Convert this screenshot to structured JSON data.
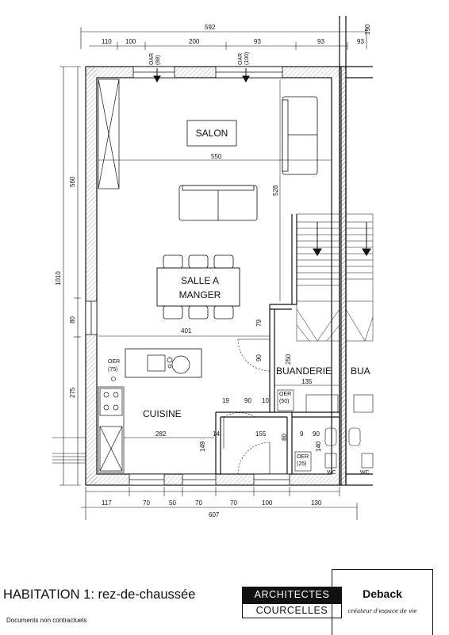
{
  "rooms": {
    "salon": "SALON",
    "salle_line1": "SALLE A",
    "salle_line2": "MANGER",
    "cuisine": "CUISINE",
    "buanderie": "BUANDERIE",
    "buanderie_next": "BUA"
  },
  "dims": {
    "top_total": "592",
    "top_right": "150",
    "top_seg1": "110",
    "top_seg2": "100",
    "top_seg3": "200",
    "top_seg4": "93",
    "top_seg5": "93",
    "left_560": "560",
    "left_1010": "1010",
    "left_80": "80",
    "left_275": "275",
    "salon_width": "550",
    "salon_depth": "528",
    "salle_width": "401",
    "d79": "79",
    "d250": "250",
    "d90a": "90",
    "d135": "135",
    "d19": "19",
    "d90b": "90",
    "d10": "10",
    "d282": "282",
    "d14": "14",
    "d155": "155",
    "d80": "80",
    "d9": "9",
    "d90c": "90",
    "d140": "140",
    "d149": "149",
    "b117": "117",
    "b70a": "70",
    "b50": "50",
    "b70b": "70",
    "b70c": "70",
    "b100": "100",
    "b130": "130",
    "bottom_total": "607"
  },
  "labels": {
    "oar1": "OAR",
    "oar1_size": "(88)",
    "oar2": "OAR",
    "oar2_size": "(100)",
    "oer1": "OER",
    "oer1_size": "(75)",
    "oer2": "OER",
    "oer2_size": "(50)",
    "oer3": "OER",
    "oer3_size": "(25)",
    "wc": "WC"
  },
  "footer": {
    "title": "HABITATION 1: rez-de-chaussée",
    "note": "Documents non contractuels",
    "architect_line1": "ARCHITECTES",
    "architect_line2": "COURCELLES",
    "brand": "Deback",
    "tagline": "créateur d'espace de vie"
  }
}
